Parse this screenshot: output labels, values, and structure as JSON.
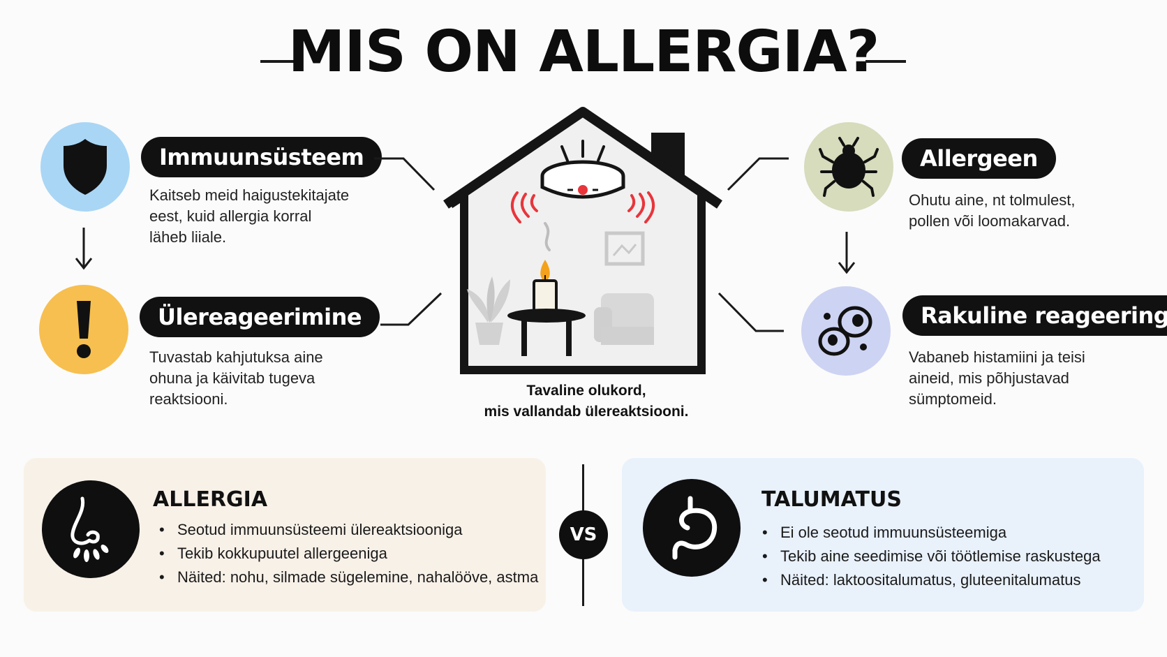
{
  "title": "MIS ON ALLERGIA?",
  "left_steps": [
    {
      "label": "Immuunsüsteem",
      "lines": [
        "Kaitseb meid haigustekitajate",
        "eest, kuid allergia korral",
        "läheb liiale."
      ],
      "icon": "shield-icon",
      "circle_color": "#a9d6f5"
    },
    {
      "label": "Ülereageerimine",
      "lines": [
        "Tuvastab kahjutuksa aine",
        "ohuna ja käivitab tugeva",
        "reaktsiooni."
      ],
      "icon": "exclamation-icon",
      "circle_color": "#f7bf4f"
    }
  ],
  "right_steps": [
    {
      "label": "Allergeen",
      "lines": [
        "Ohutu aine, nt tolmulest,",
        "pollen või loomakarvad."
      ],
      "icon": "mite-icon",
      "circle_color": "#d6dcbc"
    },
    {
      "label": "Rakuline reageering",
      "lines": [
        "Vabaneb histamiini ja teisi",
        "aineid, mis põhjustavad",
        "sümptomeid."
      ],
      "icon": "cells-icon",
      "circle_color": "#cdd3f2"
    }
  ],
  "caption_lines": [
    "Tavaline olukord,",
    "mis vallandab ülereaktsiooni."
  ],
  "comparison": {
    "vs_label": "VS",
    "allergy": {
      "title": "ALLERGIA",
      "icon": "nose-icon",
      "items": [
        "Seotud immuunsüsteemi ülereaktsiooniga",
        "Tekib kokkupuutel allergeeniga",
        "Näited: nohu, silmade sügelemine, nahalööve, astma"
      ],
      "bg": "#f8f1e8"
    },
    "intolerance": {
      "title": "TALUMATUS",
      "icon": "stomach-icon",
      "items": [
        "Ei ole seotud immuunsüsteemiga",
        "Tekib aine seedimise või töötlemise raskustega",
        "Näited: laktoositalumatus, gluteenitalumatus"
      ],
      "bg": "#e9f1fb"
    }
  },
  "colors": {
    "alarm_red": "#e8353b",
    "candle_flame": "#f4a21b"
  }
}
